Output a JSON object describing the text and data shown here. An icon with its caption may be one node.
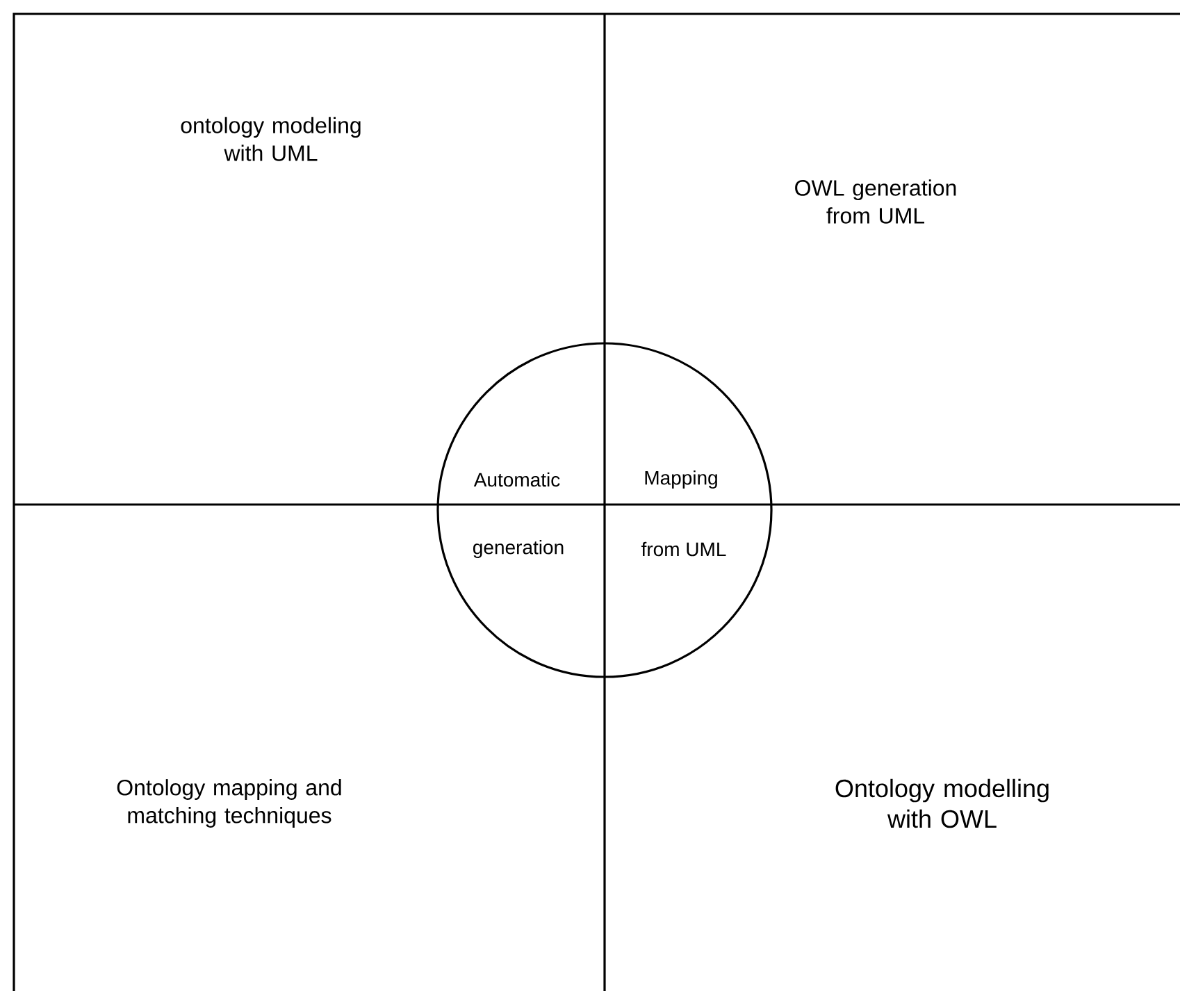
{
  "diagram": {
    "nodes": [
      {
        "text": [
          "ontology modeling with UML"
        ]
      },
      {
        "text": [
          "OWL generation from UML"
        ]
      },
      {
        "text": [
          "Ontology mapping and matching techniques"
        ]
      },
      {
        "text": [
          "Ontology modelling with OWL"
        ]
      },
      {
        "text": [
          "Automatic",
          "Mapping",
          "generation",
          "from UML"
        ]
      }
    ]
  }
}
